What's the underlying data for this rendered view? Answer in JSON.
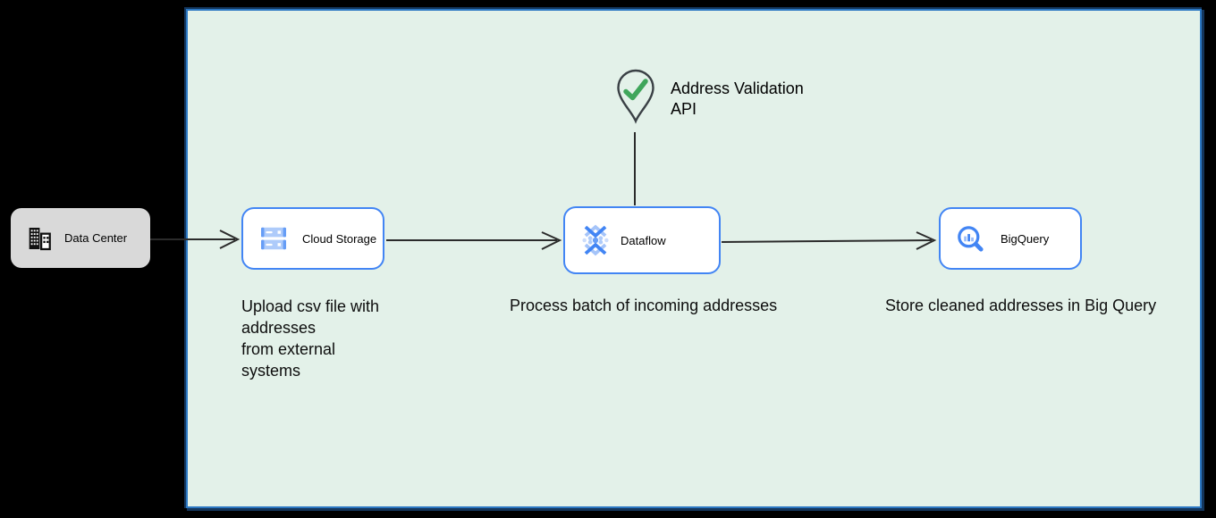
{
  "diagram": {
    "panel": {
      "fill": "#e3f1e9",
      "border_color": "#2b77c2",
      "shadow_color": "#14365c"
    },
    "external_node": {
      "label": "Data Center",
      "fill": "#d9d9d9",
      "icon": "building-icon"
    },
    "nodes": [
      {
        "id": "cloud-storage",
        "label": "Cloud Storage",
        "icon": "cloud-storage-icon"
      },
      {
        "id": "dataflow",
        "label": "Dataflow",
        "icon": "dataflow-icon"
      },
      {
        "id": "bigquery",
        "label": "BigQuery",
        "icon": "bigquery-icon"
      }
    ],
    "api_callout": {
      "icon": "location-pin-check-icon",
      "label": "Address Validation\nAPI",
      "check_color": "#3fa65b",
      "pin_outline_color": "#3a4045"
    },
    "annotations": {
      "upload": "Upload csv file with\naddresses\nfrom external\nsystems",
      "process": "Process batch of incoming addresses",
      "store": "Store cleaned addresses in Big Query"
    },
    "colors": {
      "node_border": "#4285f4",
      "icon_blue": "#4285f4",
      "icon_mid_blue": "#669df6",
      "icon_light_blue": "#aecbfa",
      "arrow": "#2b2b2b",
      "background": "#000000"
    }
  }
}
